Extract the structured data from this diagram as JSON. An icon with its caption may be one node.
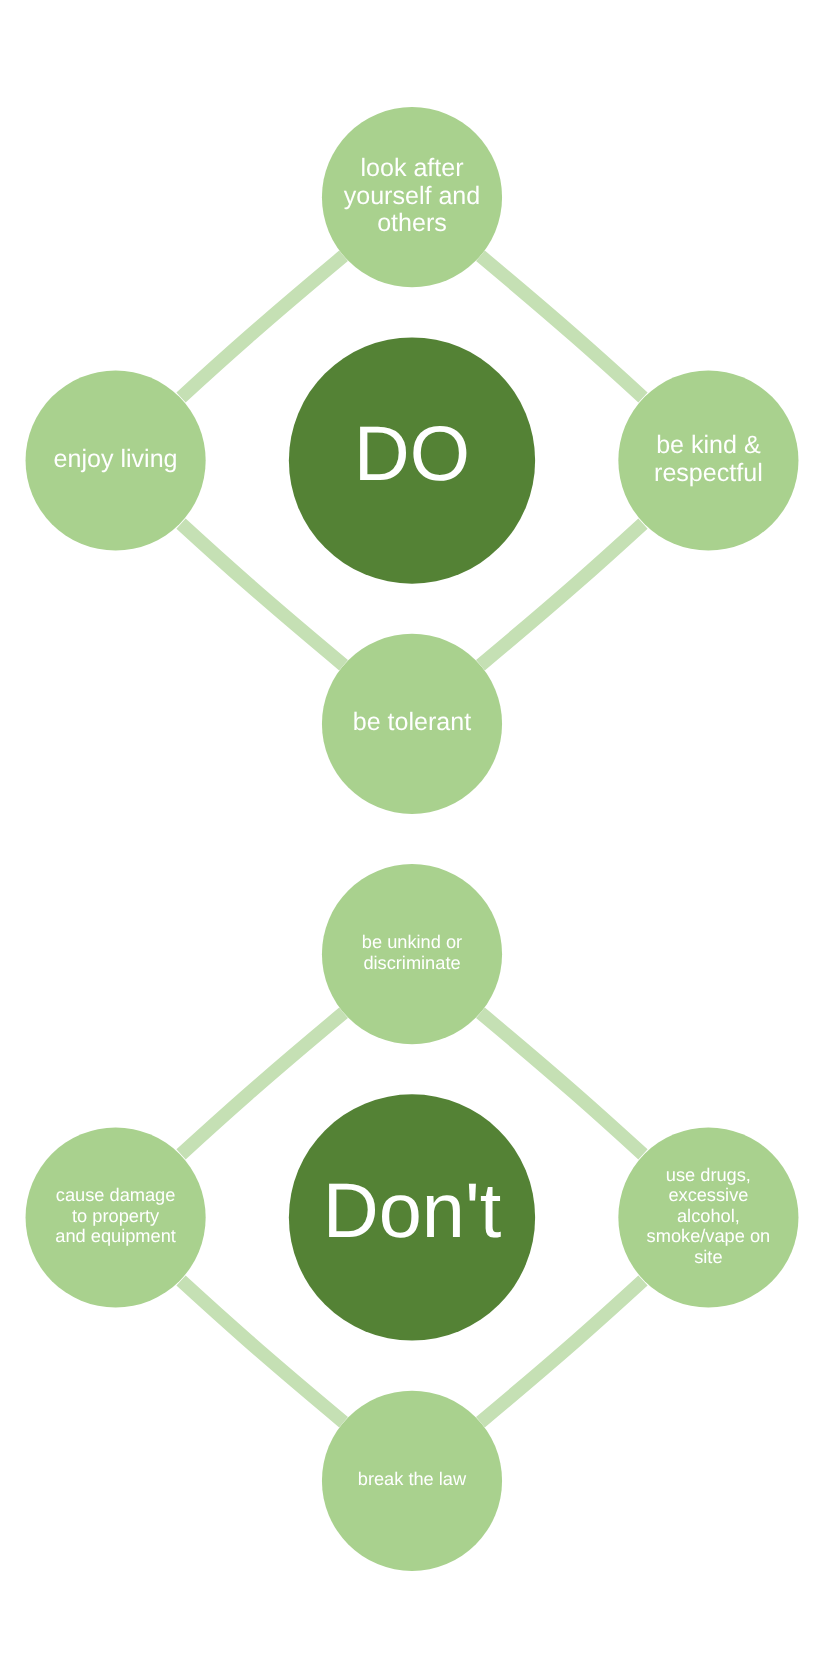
{
  "diagram": {
    "nodes": [
      {
        "text": [
          "look after yourself and others"
        ]
      },
      {
        "text": [
          "enjoy living"
        ]
      },
      {
        "text": [
          "DO"
        ]
      },
      {
        "text": [
          "be kind & respectful"
        ]
      },
      {
        "text": [
          "be tolerant"
        ]
      },
      {
        "text": [
          "be unkind or discriminate"
        ]
      },
      {
        "text": [
          "cause damage to property and equipment"
        ]
      },
      {
        "text": [
          "Don't"
        ]
      },
      {
        "text": [
          "use drugs, excessive alcohol, smoke/vape on site"
        ]
      },
      {
        "text": [
          "break the law"
        ]
      }
    ],
    "edges": [
      {
        "from": 0,
        "to": 3,
        "arrow": "none"
      },
      {
        "from": 3,
        "to": 4,
        "arrow": "none"
      },
      {
        "from": 1,
        "to": 4,
        "arrow": "none"
      },
      {
        "from": 0,
        "to": 1,
        "arrow": "none"
      },
      {
        "from": 5,
        "to": 8,
        "arrow": "none"
      },
      {
        "from": 8,
        "to": 9,
        "arrow": "none"
      },
      {
        "from": 6,
        "to": 9,
        "arrow": "none"
      },
      {
        "from": 5,
        "to": 6,
        "arrow": "none"
      }
    ]
  }
}
